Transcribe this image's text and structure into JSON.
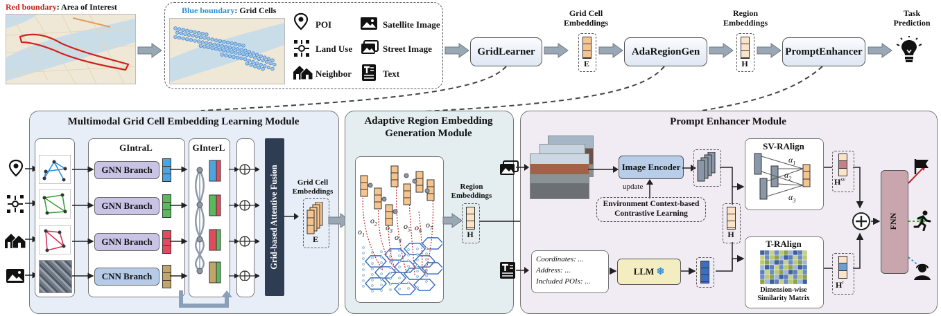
{
  "top": {
    "red_boundary": {
      "key": "Red boundary",
      "text": ": Area of Interest"
    },
    "blue_boundary": {
      "key": "Blue boundary",
      "text": ": Grid Cells"
    },
    "modalities": [
      "POI",
      "Satellite Image",
      "Land Use",
      "Street Image",
      "Neighbor",
      "Text"
    ],
    "pipeline": {
      "grid_learner": "GridLearner",
      "ada_region_gen": "AdaRegionGen",
      "prompt_enhancer": "PromptEnhancer"
    },
    "labels": {
      "grid_cell_embeddings": [
        "Grid Cell",
        "Embeddings"
      ],
      "region_embeddings": [
        "Region",
        "Embeddings"
      ],
      "task_prediction": [
        "Task",
        "Prediction"
      ]
    },
    "symbols": {
      "E": "E",
      "H": "H"
    }
  },
  "module1": {
    "title": "Multimodal Grid Cell Embedding Learning Module",
    "gintral": "GIntraL",
    "ginterl": "GInterL",
    "branches": [
      "GNN Branch",
      "GNN Branch",
      "GNN Branch",
      "CNN Branch"
    ],
    "fusion": "Grid-based Attentive Fusion",
    "out_label": [
      "Grid Cell",
      "Embeddings"
    ],
    "out_symbol": "E"
  },
  "module2": {
    "title": [
      "Adaptive Region Embedding",
      "Generation Module"
    ],
    "out_label": [
      "Region",
      "Embeddings"
    ],
    "out_symbol": "H",
    "o_labels": [
      "o",
      "o",
      "o",
      "o",
      "o",
      "o",
      "o"
    ],
    "o_subs": [
      "1",
      "2",
      "3",
      "4",
      "5",
      "6",
      "7"
    ]
  },
  "module3": {
    "title": "Prompt Enhancer Module",
    "image_encoder": "Image Encoder",
    "update": "update",
    "env_cl": [
      "Environment Context-based",
      "Contrastive Learning"
    ],
    "sv_ralign": "SV-RAlign",
    "t_ralign": "T-RAlign",
    "alphas": [
      "α",
      "α",
      "α"
    ],
    "alpha_subs": [
      "1",
      "2",
      "3"
    ],
    "h_sv": {
      "base": "H",
      "sup": "sv"
    },
    "h_t": {
      "base": "H",
      "sup": "t"
    },
    "h_mid": "H",
    "text_lines": [
      "Coordinates: ...",
      "Address: ...",
      "Included POIs: ..."
    ],
    "llm": "LLM",
    "sim_matrix": [
      "Dimension-wise",
      "Similarity Matrix"
    ],
    "fnn": "FNN"
  },
  "colors": {
    "red": "#d0221b",
    "blue": "#2f8fd8",
    "orange": "#f6c48f",
    "gnn_fill": "#c9c3e6",
    "cnn_fill": "#b6cbe8",
    "module1_bg": "#e8eef8",
    "module2_bg": "#e4eef0",
    "module3_bg": "#f1ecf3",
    "fnn_fill": "#c9a6ad"
  }
}
